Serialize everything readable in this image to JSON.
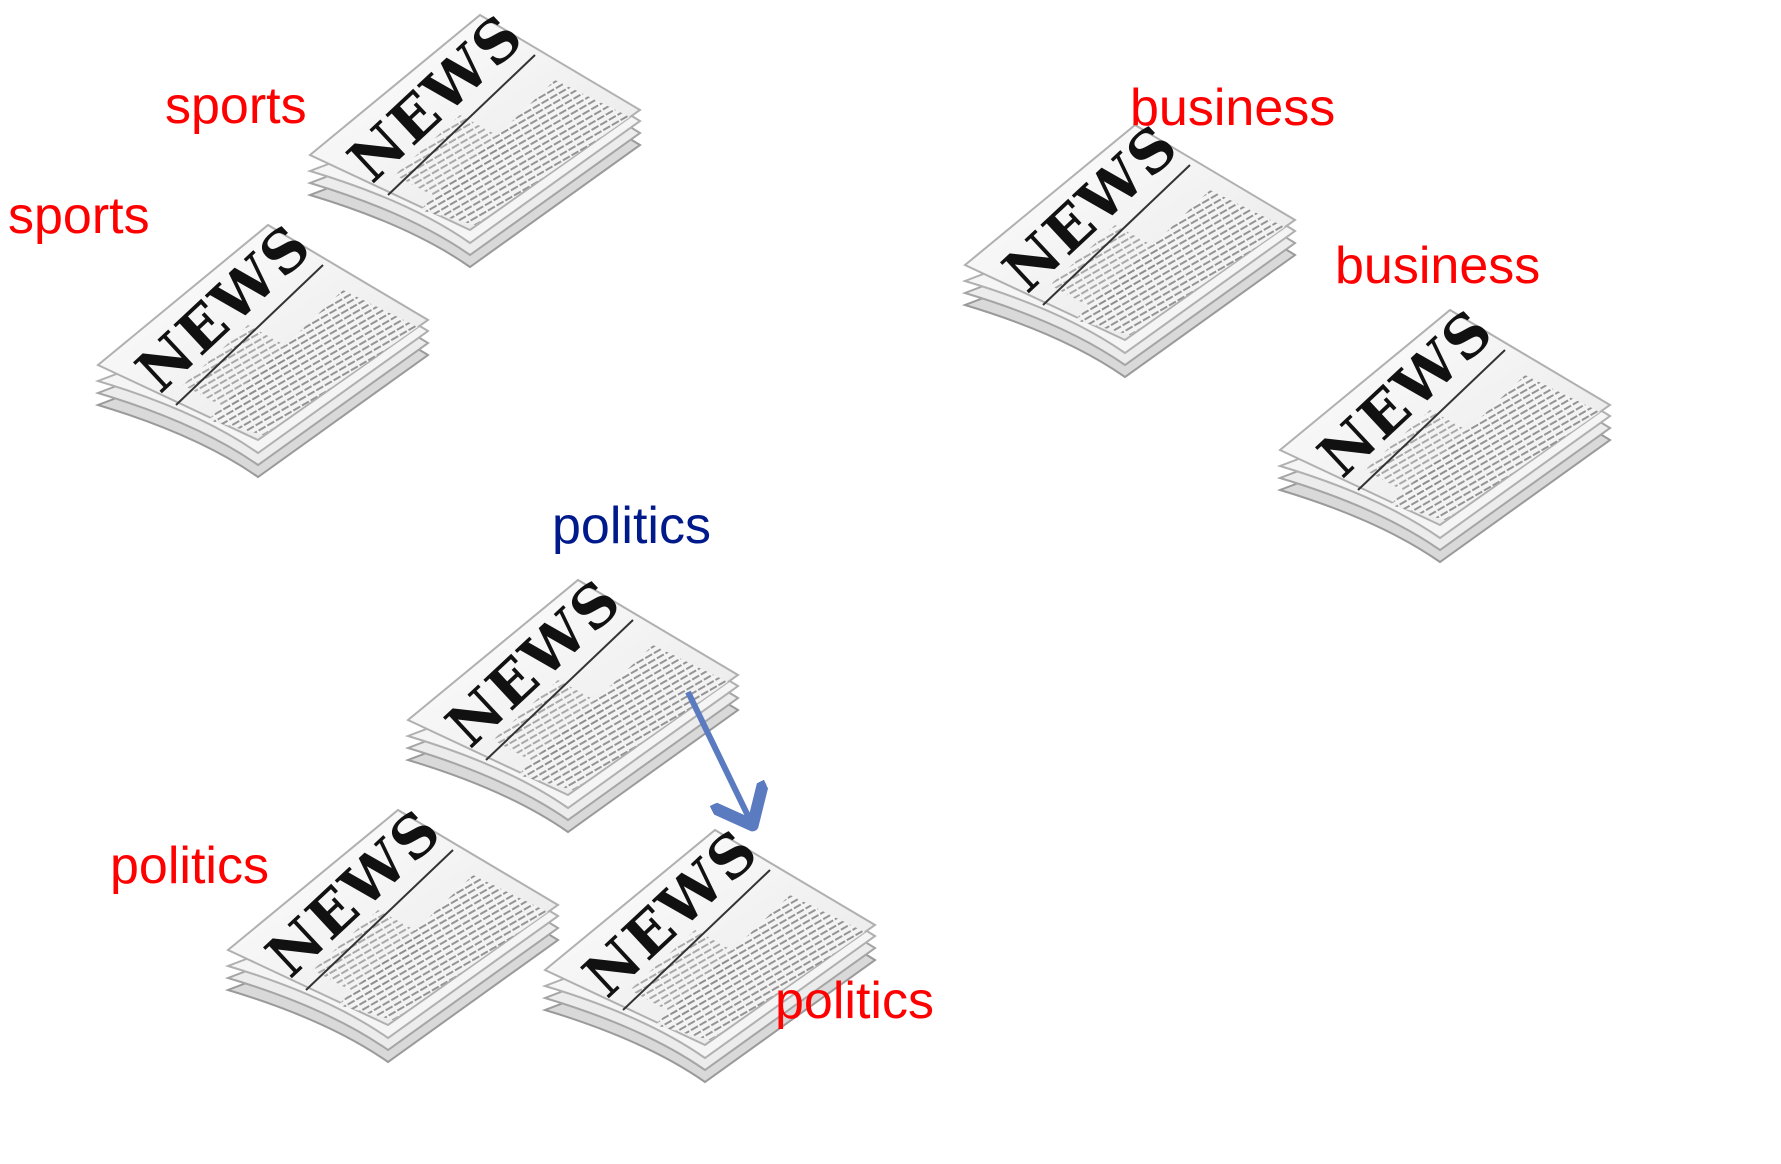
{
  "labels": {
    "sports_top": "sports",
    "sports_left": "sports",
    "business_top": "business",
    "business_right": "business",
    "politics_query": "politics",
    "politics_bottom_left": "politics",
    "politics_bottom_right": "politics"
  },
  "newspaper": {
    "masthead": "NEWS",
    "icon": "newspaper-icon"
  },
  "colors": {
    "label_known": "#ff0000",
    "label_query": "#001a8c",
    "arrow": "#5b7bc0"
  }
}
